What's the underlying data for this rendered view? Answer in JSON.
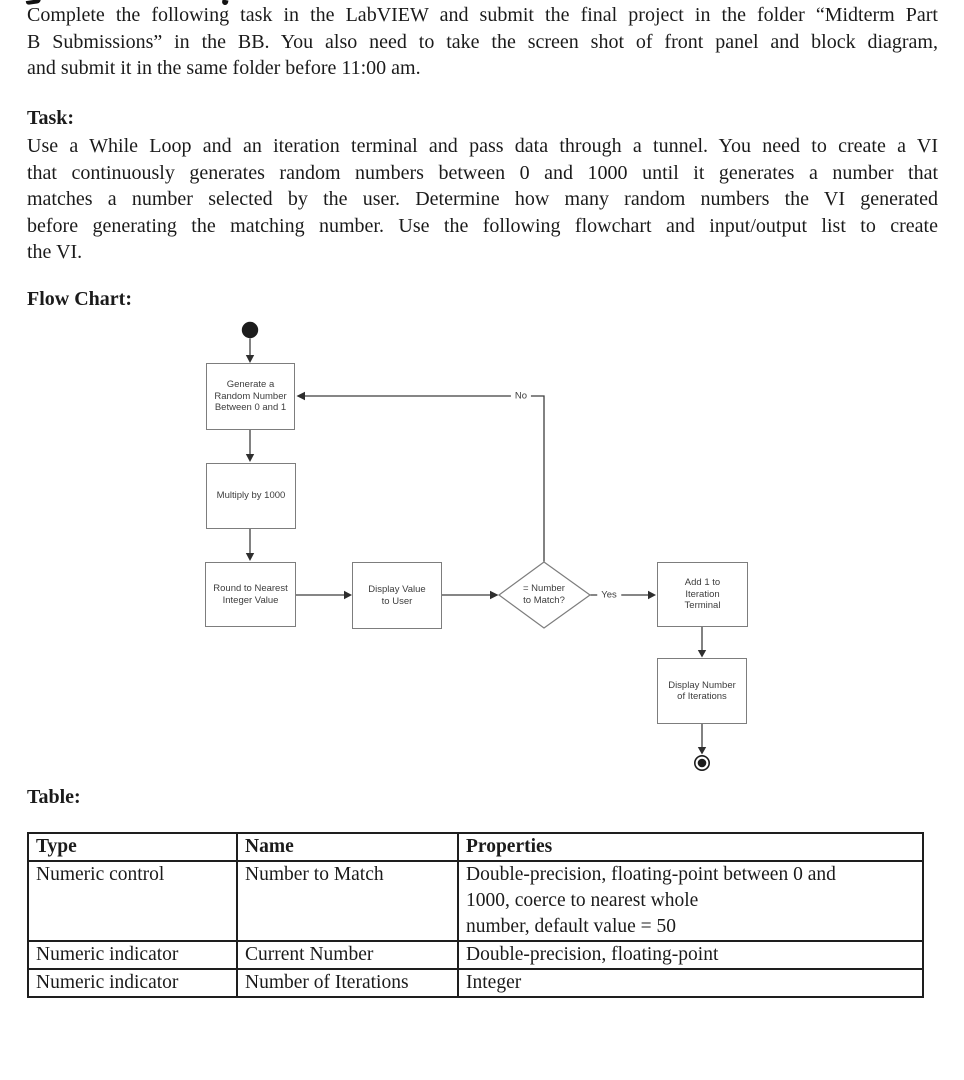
{
  "document": {
    "intro": {
      "lines": [
        "Complete the following task in the LabVIEW and submit the final project in the folder “Midterm Part",
        "B Submissions” in the BB. You also need to take the screen shot of front panel and block diagram,",
        "and submit it in the same folder before 11:00 am."
      ]
    },
    "task": {
      "heading": "Task:",
      "lines": [
        "Use a While Loop and an iteration terminal and pass data through a tunnel. You need to create a VI",
        "that continuously generates random numbers between 0 and 1000 until it generates a number that",
        "matches a number selected by the user. Determine how many random numbers the VI generated",
        "before generating the matching number. Use the following flowchart and input/output list to create",
        "the VI."
      ]
    },
    "flow_chart": {
      "heading": "Flow Chart:",
      "nodes": {
        "generate": "Generate a\nRandom Number\nBetween 0 and 1",
        "multiply": "Multiply by 1000",
        "round": "Round to Nearest\nInteger Value",
        "display_value": "Display Value\nto User",
        "decision": "= Number\nto Match?",
        "add_one": "Add 1 to\nIteration\nTerminal",
        "display_iterations": "Display Number\nof Iterations"
      },
      "labels": {
        "no": "No",
        "yes": "Yes"
      }
    },
    "table": {
      "heading": "Table:",
      "headers": [
        "Type",
        "Name",
        "Properties"
      ],
      "rows": [
        [
          "Numeric control",
          "Number to Match",
          "Double-precision, floating-point between 0 and\n1000, coerce to nearest whole\nnumber, default value = 50"
        ],
        [
          "Numeric indicator",
          "Current Number",
          "Double-precision, floating-point"
        ],
        [
          "Numeric indicator",
          "Number of Iterations",
          "Integer"
        ]
      ]
    }
  },
  "colors": {
    "text": "#1b1b1b",
    "flowchart_line": "#3f3f3f",
    "flowchart_box_border": "#7d7d7d",
    "table_border": "#1e1e1e",
    "background": "#ffffff"
  }
}
